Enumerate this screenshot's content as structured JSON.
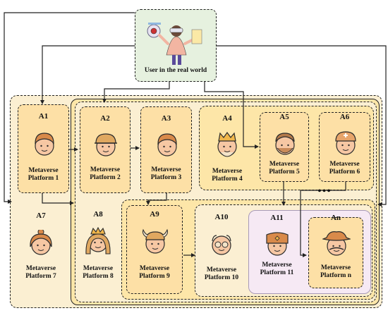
{
  "user": {
    "label": "User in the real world"
  },
  "platforms": [
    {
      "id": "A1",
      "line1": "Metaverse",
      "line2": "Platform 1",
      "icon": "boy-face-icon"
    },
    {
      "id": "A2",
      "line1": "Metaverse",
      "line2": "Platform 2",
      "icon": "boy-cap-face-icon"
    },
    {
      "id": "A3",
      "line1": "Metaverse",
      "line2": "Platform 3",
      "icon": "boy-face-icon"
    },
    {
      "id": "A4",
      "line1": "Metaverse",
      "line2": "Platform 4",
      "icon": "king-face-icon"
    },
    {
      "id": "A5",
      "line1": "Metaverse",
      "line2": "Platform 5",
      "icon": "bearded-man-face-icon"
    },
    {
      "id": "A6",
      "line1": "Metaverse",
      "line2": "Platform 6",
      "icon": "medic-face-icon"
    },
    {
      "id": "A7",
      "line1": "Metaverse",
      "line2": "Platform 7",
      "icon": "woman-bun-face-icon"
    },
    {
      "id": "A8",
      "line1": "Metaverse",
      "line2": "Platform 8",
      "icon": "queen-face-icon"
    },
    {
      "id": "A9",
      "line1": "Metaverse",
      "line2": "Platform 9",
      "icon": "viking-face-icon"
    },
    {
      "id": "A10",
      "line1": "Metaverse",
      "line2": "Platform 10",
      "icon": "old-man-glasses-face-icon"
    },
    {
      "id": "A11",
      "line1": "Metaverse",
      "line2": "Platform 11",
      "icon": "soldier-hat-face-icon"
    },
    {
      "id": "An",
      "line1": "Metaverse",
      "line2": "Platform n",
      "icon": "cowboy-face-icon"
    }
  ],
  "ellipsis": "•••",
  "colors": {
    "outer": "#fbefd2",
    "level2": "#fde6a8",
    "level3": "#fbefd2",
    "level4": "#fde6a8",
    "level5": "#fbefd2",
    "level6": "#fde6a8",
    "purple": "#f6e9f4",
    "user_bg": "#e6f1df",
    "platform_bg": "#fde0a6",
    "skin": "#f6c7a3",
    "stroke": "#2b2b2b"
  }
}
